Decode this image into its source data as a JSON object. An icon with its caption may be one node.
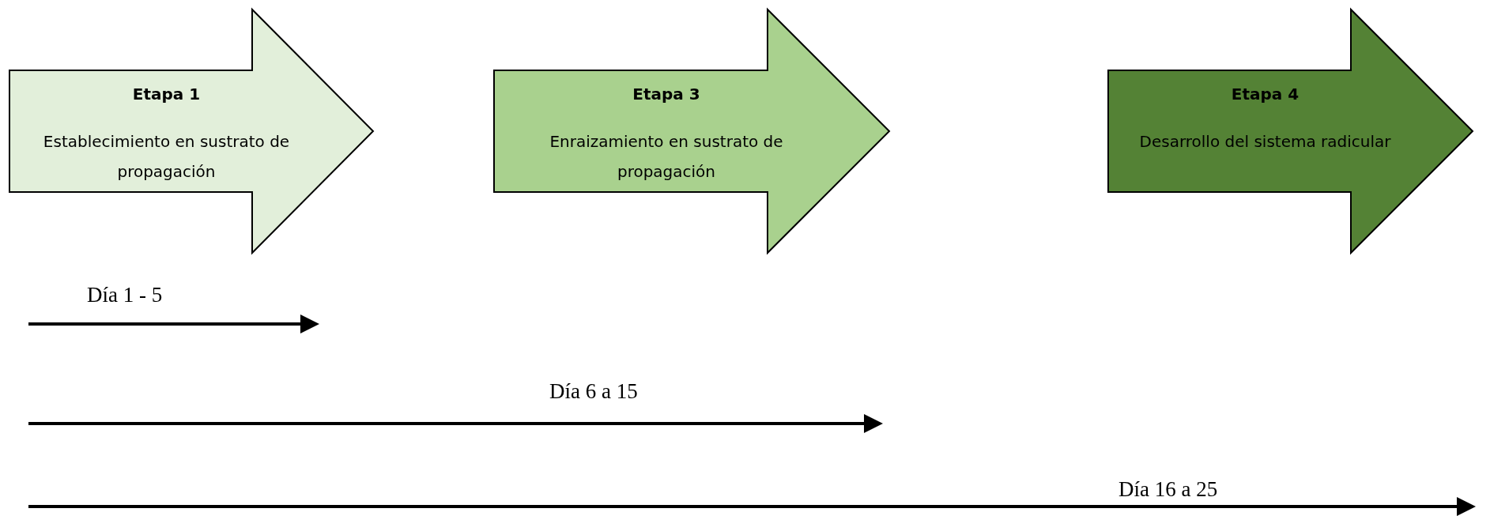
{
  "diagram": {
    "nodes": [
      {
        "text": [
          "Etapa 1",
          "Establecimiento en sustrato de propagación"
        ]
      },
      {
        "text": [
          "Etapa 3",
          "Enraizamiento en sustrato de propagación"
        ]
      },
      {
        "text": [
          "Etapa 4",
          "Desarrollo del sistema radicular"
        ]
      }
    ],
    "labels": [
      "Día 1 - 5",
      "Día 6 a 15",
      "Día 16 a 25"
    ]
  }
}
